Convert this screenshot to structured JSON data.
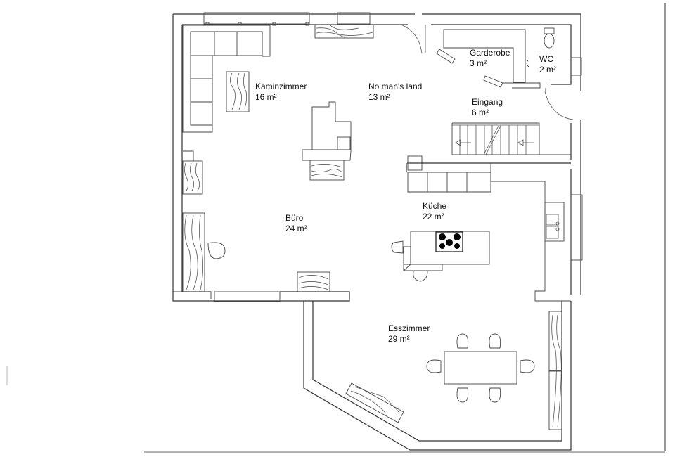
{
  "plan": {
    "rooms": [
      {
        "name": "Kaminzimmer",
        "area": "16 m²"
      },
      {
        "name": "No man's land",
        "area": "13 m²"
      },
      {
        "name": "Garderobe",
        "area": "3 m²"
      },
      {
        "name": "WC",
        "area": "2 m²"
      },
      {
        "name": "Eingang",
        "area": "6 m²"
      },
      {
        "name": "Küche",
        "area": "22 m²"
      },
      {
        "name": "Büro",
        "area": "24 m²"
      },
      {
        "name": "Esszimmer",
        "area": "29 m²"
      }
    ]
  },
  "colors": {
    "line": "#333333",
    "frame": "#999999",
    "hob": "#000000"
  }
}
